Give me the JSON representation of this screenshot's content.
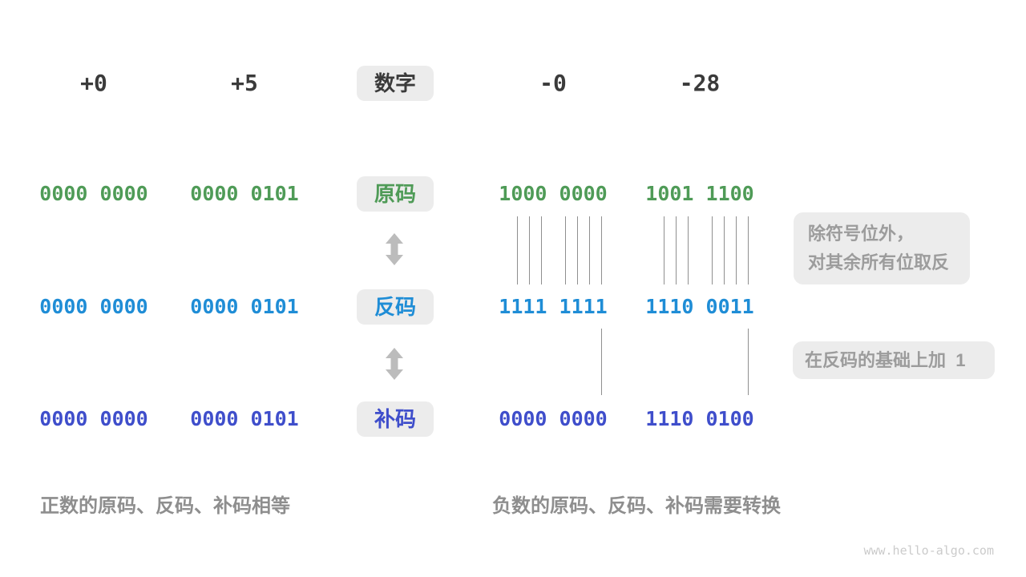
{
  "header": {
    "numbers": [
      "+0",
      "+5",
      "-0",
      "-28"
    ],
    "center_label": "数字"
  },
  "rows": [
    {
      "label": "原码",
      "values": [
        "0000 0000",
        "0000 0101",
        "1000 0000",
        "1001 1100"
      ]
    },
    {
      "label": "反码",
      "values": [
        "0000 0000",
        "0000 0101",
        "1111 1111",
        "1110 0011"
      ]
    },
    {
      "label": "补码",
      "values": [
        "0000 0000",
        "0000 0101",
        "0000 0000",
        "1110 0100"
      ]
    }
  ],
  "annotations": {
    "invert_line1": "除符号位外，",
    "invert_line2": "对其余所有位取反",
    "add_one": "在反码的基础上加  1"
  },
  "captions": {
    "positive": "正数的原码、反码、补码相等",
    "negative": "负数的原码、反码、补码需要转换"
  },
  "watermark": "www.hello-algo.com",
  "colors": {
    "sign_magnitude": "#4f9b57",
    "ones_complement": "#1f8dd6",
    "twos_complement": "#3f4ecb",
    "chip_background": "#ececec",
    "annotation_text": "#9c9c9c"
  }
}
